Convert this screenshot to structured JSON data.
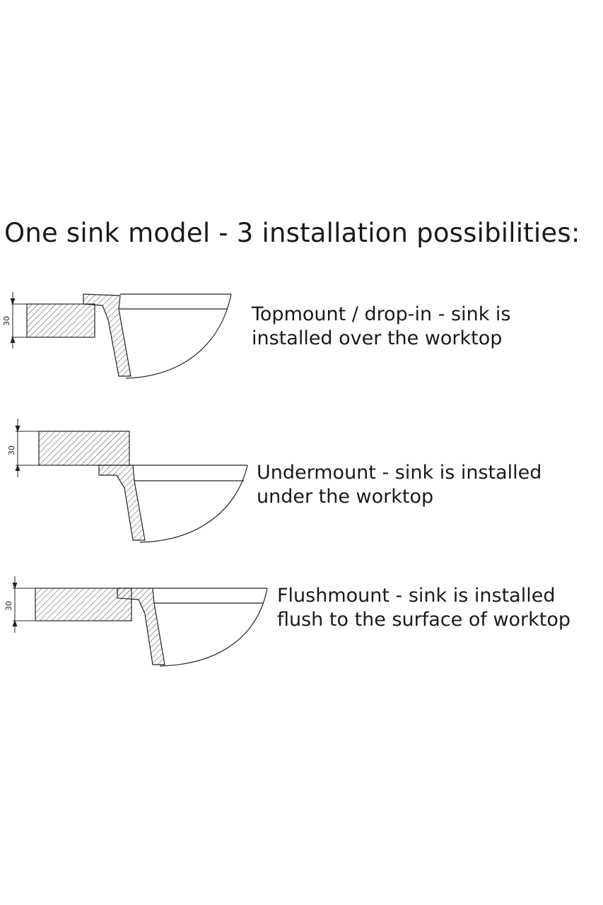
{
  "title": "One sink model - 3 installation possibilities:",
  "installations": [
    {
      "lines": [
        "Topmount / drop-in - sink is",
        "installed over the worktop"
      ],
      "dimension": "30"
    },
    {
      "lines": [
        "Undermount - sink is installed",
        "under the worktop"
      ],
      "dimension": "30"
    },
    {
      "lines": [
        "Flushmount - sink is installed",
        "flush to the surface of worktop"
      ],
      "dimension": "30"
    }
  ]
}
